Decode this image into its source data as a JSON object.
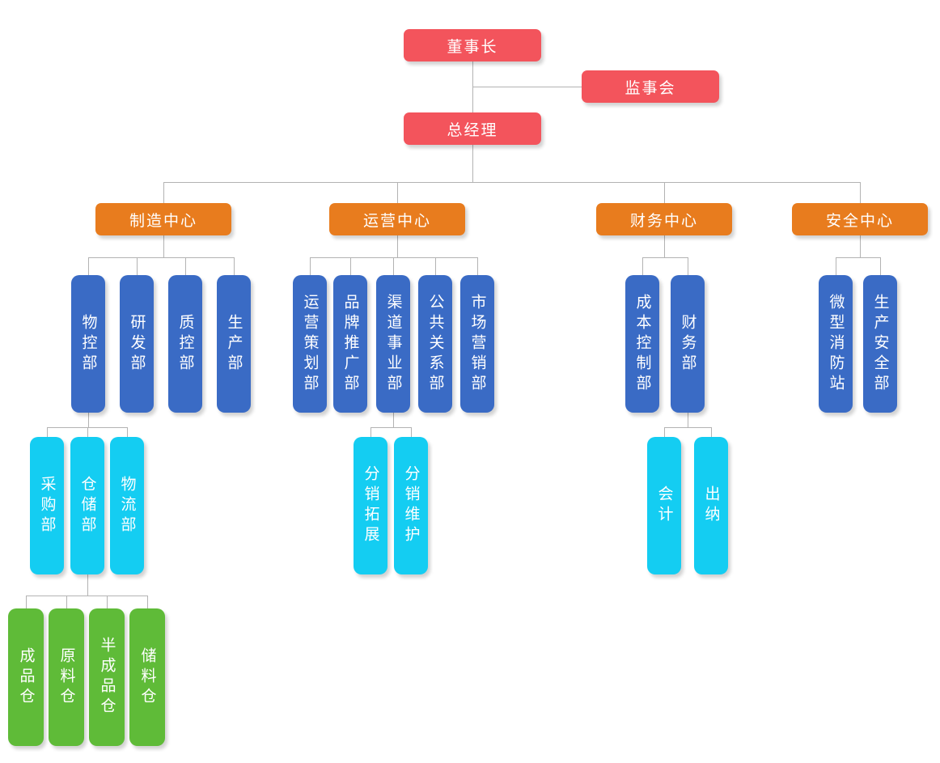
{
  "colors": {
    "red": "#f3545c",
    "orange": "#e87c1e",
    "blue": "#3a6bc5",
    "cyan": "#14cdf2",
    "green": "#5fbb38",
    "line": "#b3b3b3"
  },
  "org": {
    "chairman": {
      "label": "董事长"
    },
    "supervisory_board": {
      "label": "监事会"
    },
    "general_manager": {
      "label": "总经理"
    },
    "centers": [
      {
        "label": "制造中心",
        "depts": [
          {
            "label": "物控部",
            "children": [
              {
                "label": "采购部"
              },
              {
                "label": "仓储部",
                "children": [
                  {
                    "label": "成品仓"
                  },
                  {
                    "label": "原料仓"
                  },
                  {
                    "label": "半成品仓"
                  },
                  {
                    "label": "储料仓"
                  }
                ]
              },
              {
                "label": "物流部"
              }
            ]
          },
          {
            "label": "研发部"
          },
          {
            "label": "质控部"
          },
          {
            "label": "生产部"
          }
        ]
      },
      {
        "label": "运营中心",
        "depts": [
          {
            "label": "运营策划部"
          },
          {
            "label": "品牌推广部"
          },
          {
            "label": "渠道事业部",
            "children": [
              {
                "label": "分销拓展"
              },
              {
                "label": "分销维护"
              }
            ]
          },
          {
            "label": "公共关系部"
          },
          {
            "label": "市场营销部"
          }
        ]
      },
      {
        "label": "财务中心",
        "depts": [
          {
            "label": "成本控制部"
          },
          {
            "label": "财务部",
            "children": [
              {
                "label": "会计"
              },
              {
                "label": "出纳"
              }
            ]
          }
        ]
      },
      {
        "label": "安全中心",
        "depts": [
          {
            "label": "微型消防站"
          },
          {
            "label": "生产安全部"
          }
        ]
      }
    ]
  }
}
